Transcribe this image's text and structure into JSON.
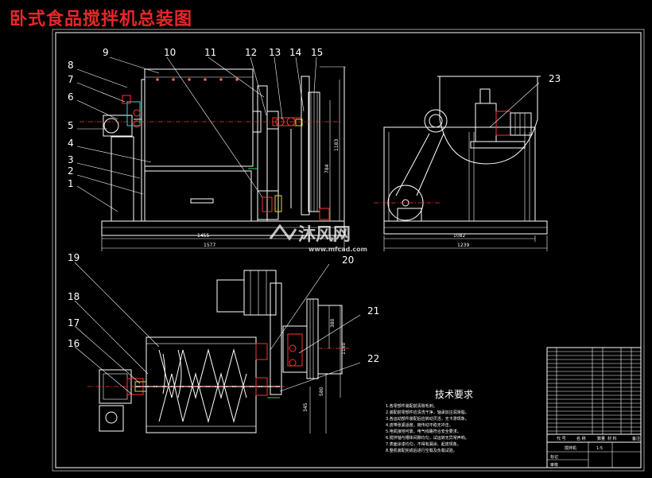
{
  "title": "卧式食品搅拌机总装图",
  "balloons": [
    "1",
    "2",
    "3",
    "4",
    "5",
    "6",
    "7",
    "8",
    "9",
    "10",
    "11",
    "12",
    "13",
    "14",
    "15",
    "16",
    "17",
    "18",
    "19",
    "20",
    "21",
    "22",
    "23"
  ],
  "dimensions": {
    "front_width_inner": "1455",
    "front_width_total": "1577",
    "front_height_a": "784",
    "front_height_b": "1183",
    "side_width_a": "1082",
    "side_width_b": "1239",
    "top_dim_a": "380",
    "top_dim_b": "1160",
    "top_dim_c": "580",
    "top_dim_d": "345"
  },
  "tech_requirements": {
    "heading": "技术要求",
    "items": [
      "1.各零部件装配前清除毛刺。",
      "2.装配前零部件应清洗干净，轴承加注润滑脂。",
      "3.各运动部件装配后应转动灵活，无卡滞现象。",
      "4.皮带张紧适度，链传动平稳无冲击。",
      "5.电机接地可靠，电气线路符合安全要求。",
      "6.搅拌轴与槽体间隙均匀，试运转无异常声响。",
      "7.表面涂漆均匀，不得有漏涂、起皮现象。",
      "8.整机装配完成后进行空载及负载试验。"
    ]
  },
  "title_block": {
    "header_code": "代 号",
    "header_name": "名 称",
    "header_qty": "数量",
    "header_material": "材 料",
    "header_note": "备注",
    "drawing_name": "搅拌机",
    "scale": "1:5",
    "row_marks": [
      "标记",
      "审核"
    ]
  },
  "watermark": {
    "brand": "沐风网",
    "url": "www.mfcad.com"
  }
}
